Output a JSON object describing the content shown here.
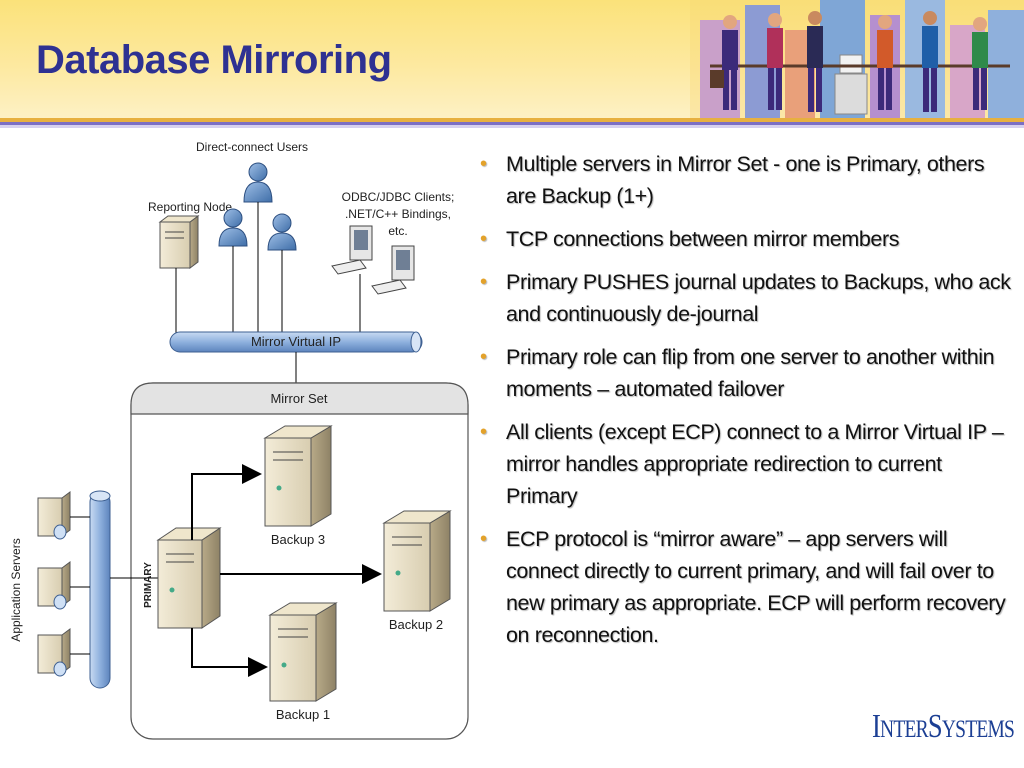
{
  "slide": {
    "title": "Database Mirroring",
    "colors": {
      "title": "#2e3192",
      "bullet": "#e3a22b",
      "logo": "#1c3f94",
      "header": "#fbe27a"
    }
  },
  "diagram": {
    "direct_connect_users": "Direct-connect Users",
    "reporting_node": "Reporting Node",
    "clients_line1": "ODBC/JDBC Clients;",
    "clients_line2": ".NET/C++ Bindings,",
    "clients_line3": "etc.",
    "mirror_virtual_ip": "Mirror Virtual IP",
    "mirror_set": "Mirror Set",
    "application_servers": "Application Servers",
    "primary": "PRIMARY",
    "backup3": "Backup 3",
    "backup2": "Backup 2",
    "backup1": "Backup 1"
  },
  "bullets": [
    "Multiple servers in Mirror Set - one is Primary, others are Backup (1+)",
    "TCP connections between mirror members",
    "Primary PUSHES journal updates to Backups, who ack and continuously de-journal",
    "Primary role can flip from one server to another within moments – automated failover",
    "All clients (except ECP) connect to a Mirror Virtual IP – mirror handles appropriate redirection to current Primary",
    "ECP protocol is “mirror aware” – app servers will connect directly to current primary, and will fail over to new primary as appropriate. ECP will perform recovery on reconnection."
  ],
  "logo": {
    "first_big": "I",
    "first_small": "NTER",
    "second_big": "S",
    "second_small": "YSTEMS"
  }
}
